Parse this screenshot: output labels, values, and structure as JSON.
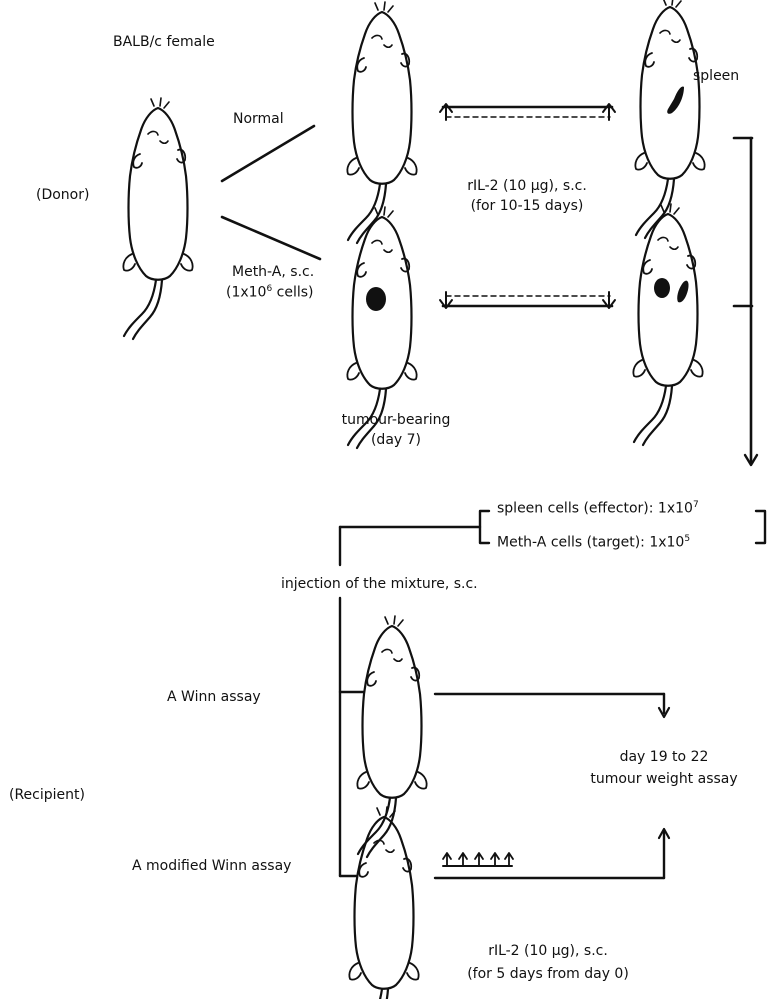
{
  "labels": {
    "strain": "BALB/c female",
    "donor": "(Donor)",
    "normal": "Normal",
    "meth_a_sc": "Meth-A, s.c.",
    "meth_a_dose": "(1x10",
    "meth_a_dose_exp": "6",
    "meth_a_dose_tail": " cells)",
    "tumour_bearing": "tumour-bearing",
    "day7": "(day 7)",
    "ril2_treatment": "rIL-2 (10 μg), s.c.",
    "ril2_duration": "(for 10-15 days)",
    "spleen": "spleen",
    "spleen_cells": "spleen cells (effector): 1x10",
    "spleen_cells_exp": "7",
    "meth_a_cells": "Meth-A cells (target): 1x10",
    "meth_a_cells_exp": "5",
    "injection": "injection of the mixture, s.c.",
    "winn": "A Winn assay",
    "recipient": "(Recipient)",
    "modified_winn": "A modified Winn assay",
    "endpoint_days": "day 19 to 22",
    "endpoint_assay": "tumour weight assay",
    "ril2_recipient": "rIL-2 (10 μg), s.c.",
    "ril2_recipient_duration": "(for 5 days from day 0)"
  },
  "colors": {
    "ink": "#111111",
    "background": "#ffffff"
  }
}
